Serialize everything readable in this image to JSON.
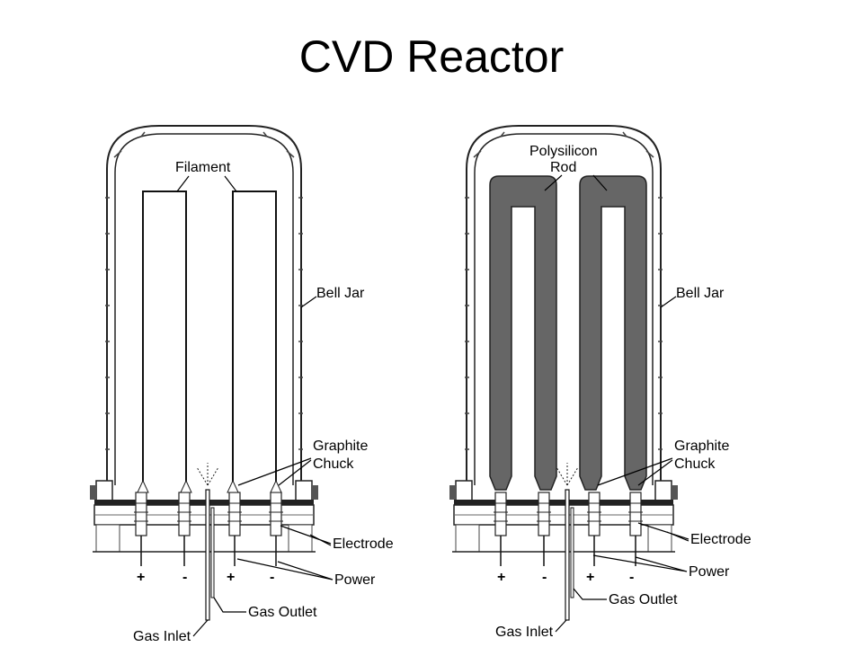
{
  "title": "CVD Reactor",
  "left": {
    "filament": "Filament",
    "bell_jar": "Bell Jar",
    "graphite_chuck_1": "Graphite",
    "graphite_chuck_2": "Chuck",
    "electrode": "Electrode",
    "power": "Power",
    "gas_outlet": "Gas Outlet",
    "gas_inlet": "Gas Inlet",
    "signs": [
      "+",
      "-",
      "+",
      "-"
    ]
  },
  "right": {
    "rod_1": "Polysilicon",
    "rod_2": "Rod",
    "bell_jar": "Bell Jar",
    "graphite_chuck_1": "Graphite",
    "graphite_chuck_2": "Chuck",
    "electrode": "Electrode",
    "power": "Power",
    "gas_outlet": "Gas Outlet",
    "gas_inlet": "Gas Inlet",
    "signs": [
      "+",
      "-",
      "+",
      "-"
    ]
  },
  "colors": {
    "rod": "#666666",
    "line": "#000000",
    "jar": "#333333"
  }
}
